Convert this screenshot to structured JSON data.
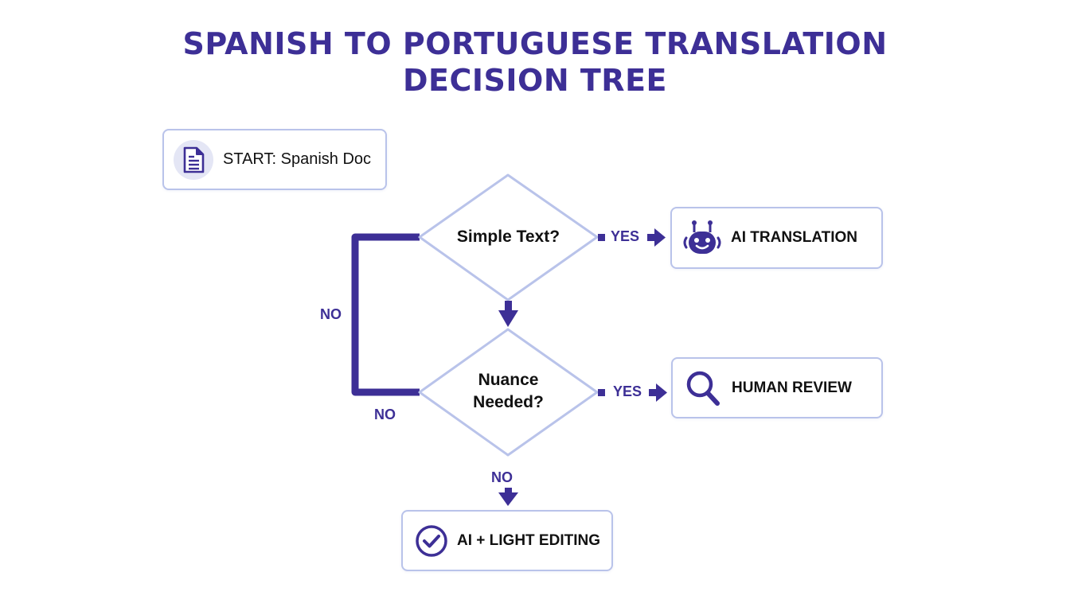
{
  "title": {
    "line1": "SPANISH TO PORTUGUESE TRANSLATION",
    "line2": "DECISION TREE"
  },
  "colors": {
    "accent": "#3d2f96",
    "node_border": "#b9c3ea",
    "icon_bg": "#e4e6f5",
    "text": "#111111"
  },
  "nodes": {
    "start": {
      "label": "START: Spanish Doc",
      "icon": "document-icon"
    },
    "ai_translation": {
      "label": "AI TRANSLATION",
      "icon": "robot-icon"
    },
    "human_review": {
      "label": "HUMAN REVIEW",
      "icon": "magnifier-icon"
    },
    "ai_light_editing": {
      "label": "AI + LIGHT EDITING",
      "icon": "check-circle-icon"
    }
  },
  "decisions": {
    "simple_text": {
      "label": "Simple Text?"
    },
    "nuance_needed": {
      "line1": "Nuance",
      "line2": "Needed?"
    }
  },
  "edges": {
    "simple_yes": "YES",
    "nuance_yes": "YES",
    "loop_no_left": "NO",
    "loop_no_bottom": "NO",
    "nuance_no": "NO"
  }
}
